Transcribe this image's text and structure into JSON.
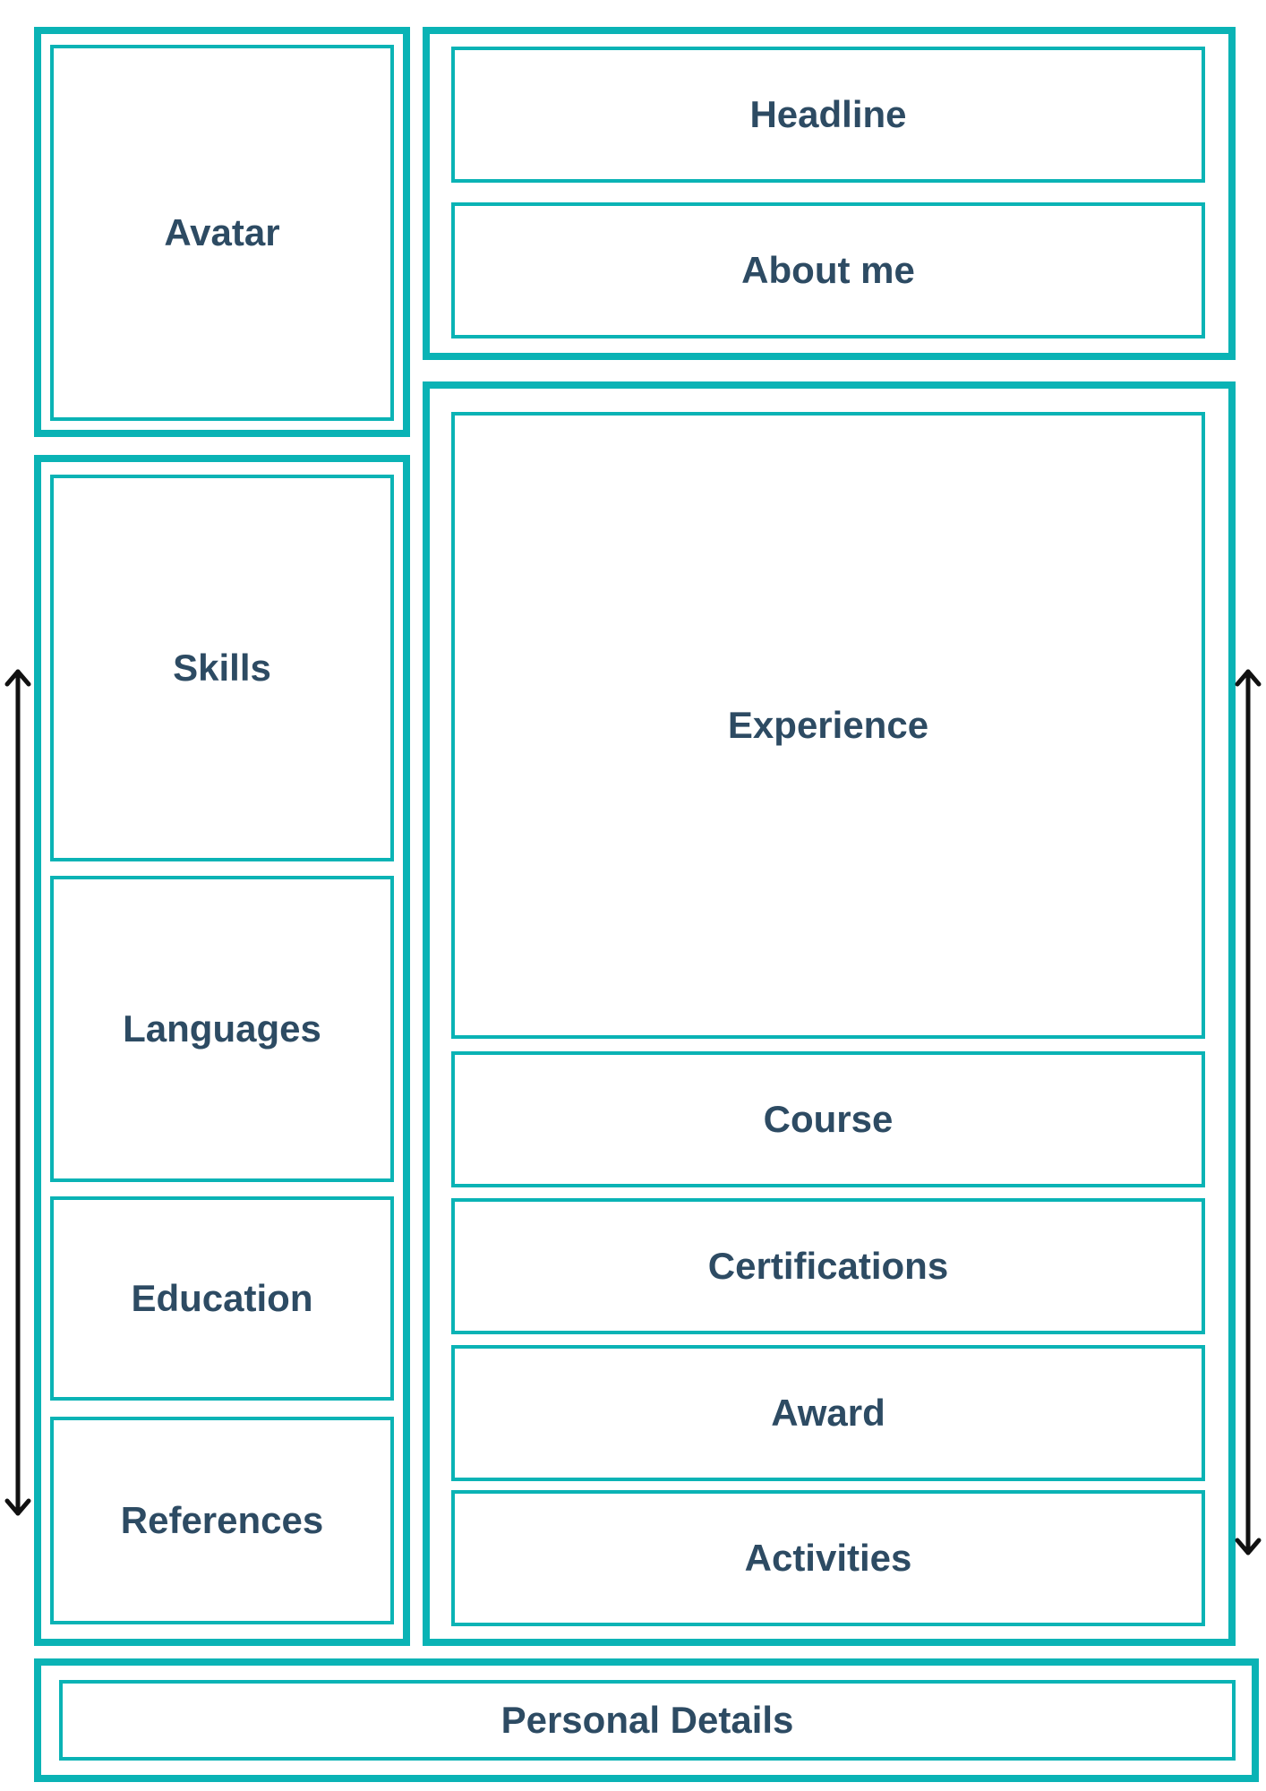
{
  "colors": {
    "border": "#0ab3b5",
    "text": "#2d4b63",
    "arrow": "#111111",
    "background": "#ffffff"
  },
  "sections": {
    "avatar": "Avatar",
    "headline": "Headline",
    "about_me": "About me",
    "skills": "Skills",
    "languages": "Languages",
    "education": "Education",
    "references": "References",
    "experience": "Experience",
    "course": "Course",
    "certifications": "Certifications",
    "award": "Award",
    "activities": "Activities",
    "personal_details": "Personal Details"
  },
  "arrows": {
    "left": "vertical-double-arrow",
    "right": "vertical-double-arrow"
  }
}
